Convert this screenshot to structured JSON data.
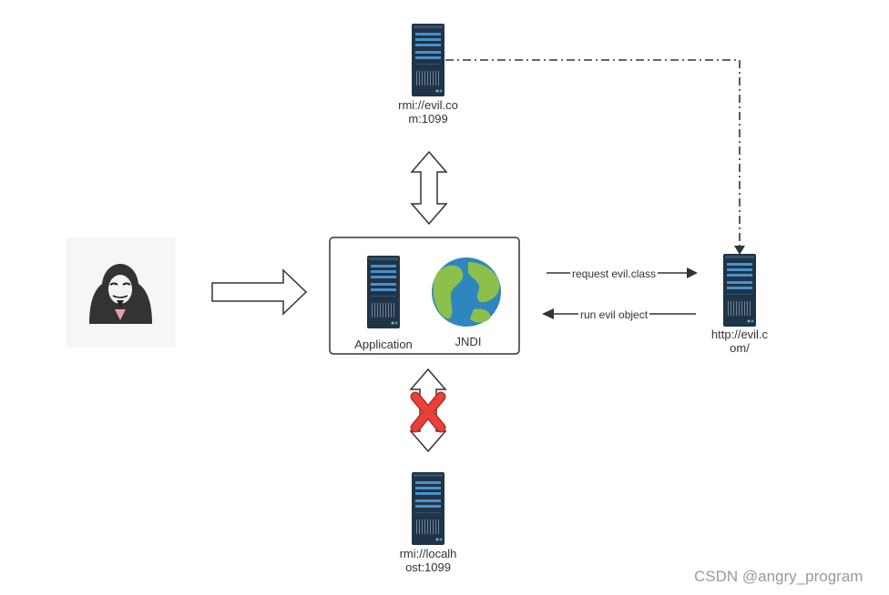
{
  "nodes": {
    "rmi_evil": {
      "label_line1": "rmi://evil.co",
      "label_line2": "m:1099"
    },
    "app": {
      "label": "Application"
    },
    "jndi": {
      "label": "JNDI"
    },
    "http_evil": {
      "label_line1": "http://evil.c",
      "label_line2": "om/"
    },
    "rmi_local": {
      "label_line1": "rmi://localh",
      "label_line2": "ost:1099"
    }
  },
  "edges": {
    "request": "request evil.class",
    "run": "run evil object"
  },
  "icons": {
    "attacker": "hooded-hacker-icon",
    "server": "server-rack-icon",
    "globe": "globe-icon",
    "blocked": "red-x-icon"
  },
  "colors": {
    "server_body": "#1f3448",
    "server_slot": "#4a90c8",
    "globe_ocean": "#2f86bf",
    "globe_land": "#8cc04a",
    "cross": "#e8413a"
  },
  "watermark": "CSDN @angry_program"
}
